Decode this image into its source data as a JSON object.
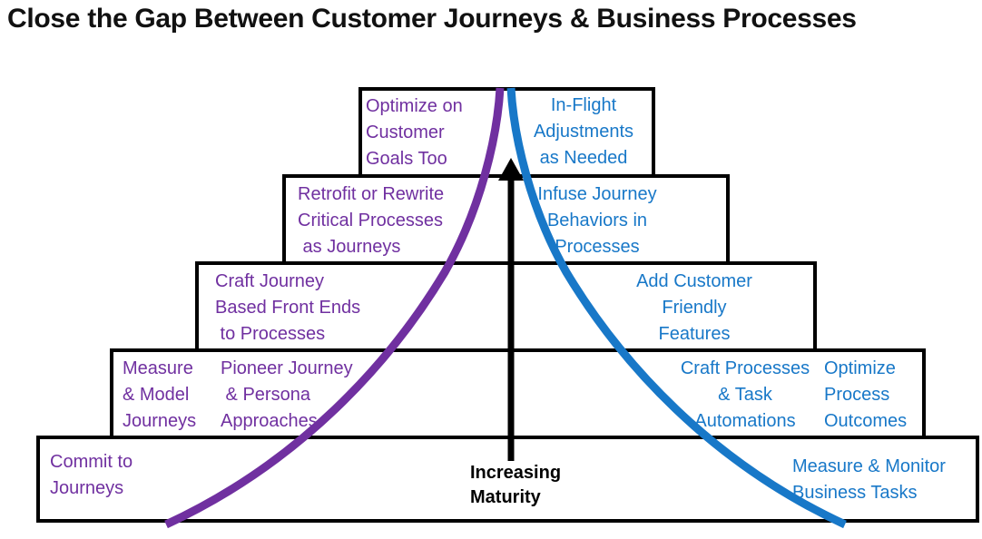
{
  "title": "Close the Gap Between Customer Journeys & Business Processes",
  "colors": {
    "purple": "#7030A0",
    "blue": "#1878C8",
    "black": "#000000",
    "box_border": "#000000",
    "background": "#ffffff"
  },
  "pyramid": {
    "rows": [
      {
        "level": 1,
        "left_label": "Optimize on\nCustomer\nGoals Too",
        "right_label": "In-Flight\nAdjustments\nas Needed"
      },
      {
        "level": 2,
        "left_label": "Retrofit or Rewrite\nCritical Processes\n as Journeys",
        "right_label": "Infuse Journey\nBehaviors in\nProcesses"
      },
      {
        "level": 3,
        "left_label": "Craft Journey\nBased Front Ends\n to Processes",
        "right_label": "Add Customer\nFriendly\nFeatures"
      },
      {
        "level": 4,
        "left_label_1": "Measure\n& Model\nJourneys",
        "left_label_2": "Pioneer Journey\n & Persona\nApproaches",
        "right_label_1": "Craft Processes\n& Task\nAutomations",
        "right_label_2": "Optimize\nProcess\nOutcomes"
      },
      {
        "level": 5,
        "left_label": "Commit to\nJourneys",
        "right_label": "Measure & Monitor\nBusiness Tasks"
      }
    ]
  },
  "axis": {
    "label": "Increasing\nMaturity"
  }
}
